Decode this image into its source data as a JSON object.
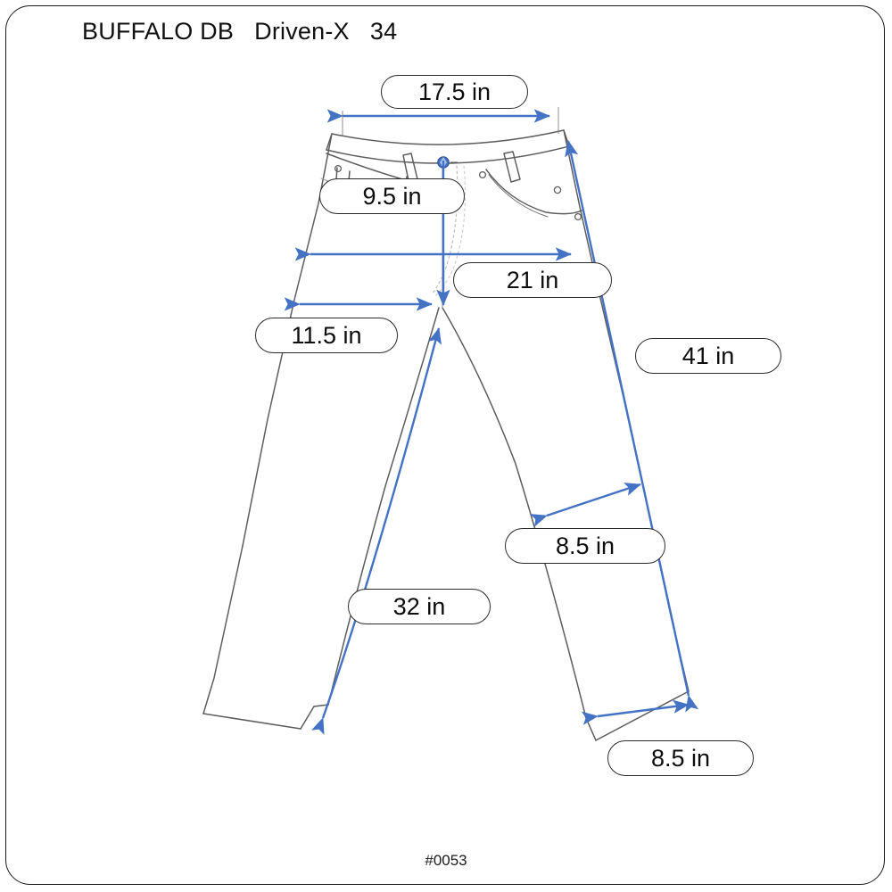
{
  "page": {
    "title": "BUFFALO DB   Driven-X   34",
    "footer_id": "#0053",
    "background_color": "#ffffff",
    "frame_color": "#1a1a1a"
  },
  "garment": {
    "type": "jeans-technical-drawing",
    "brand": "BUFFALO DB",
    "model": "Driven-X",
    "size": "34",
    "outline_color": "#5a5a5a",
    "measurement_color": "#4472C4"
  },
  "measurements": [
    {
      "id": "waist",
      "label": "17.5 in",
      "value": 17.5,
      "unit": "in",
      "name": "waist-width"
    },
    {
      "id": "rise",
      "label": "9.5 in",
      "value": 9.5,
      "unit": "in",
      "name": "front-rise"
    },
    {
      "id": "hip",
      "label": "21 in",
      "value": 21,
      "unit": "in",
      "name": "hip-width"
    },
    {
      "id": "thigh",
      "label": "11.5 in",
      "value": 11.5,
      "unit": "in",
      "name": "thigh-width"
    },
    {
      "id": "outseam",
      "label": "41 in",
      "value": 41,
      "unit": "in",
      "name": "outseam-length"
    },
    {
      "id": "knee",
      "label": "8.5 in",
      "value": 8.5,
      "unit": "in",
      "name": "knee-width"
    },
    {
      "id": "inseam",
      "label": "32 in",
      "value": 32,
      "unit": "in",
      "name": "inseam-length"
    },
    {
      "id": "hem",
      "label": "8.5 in",
      "value": 8.5,
      "unit": "in",
      "name": "leg-opening"
    }
  ]
}
